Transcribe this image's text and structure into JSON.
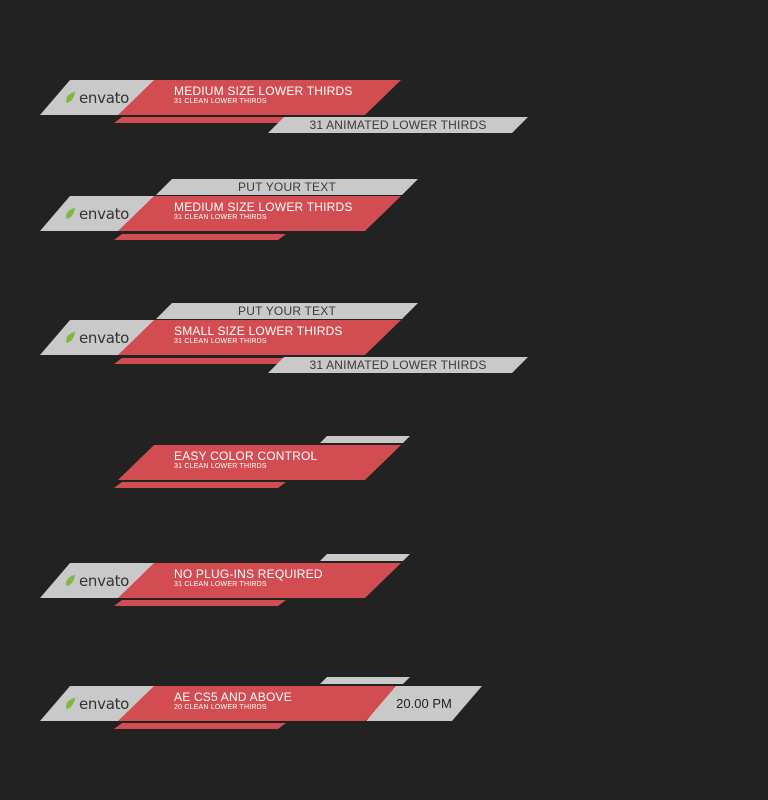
{
  "colors": {
    "background": "#222222",
    "accent_red": "#d24d52",
    "panel_grey": "#c9c9c9",
    "envato_green": "#82b541"
  },
  "logo": {
    "icon": "envato-leaf-icon",
    "text": "envato"
  },
  "lower_thirds": [
    {
      "title": "MEDIUM SIZE LOWER THIRDS",
      "subtitle": "31 CLEAN LOWER THIRDS",
      "bottom_banner": "31 ANIMATED LOWER THIRDS"
    },
    {
      "top_banner": "PUT YOUR TEXT",
      "title": "MEDIUM SIZE LOWER THIRDS",
      "subtitle": "31 CLEAN LOWER THIRDS"
    },
    {
      "top_banner": "PUT YOUR TEXT",
      "title": "SMALL SIZE LOWER THIRDS",
      "subtitle": "31 CLEAN LOWER THIRDS",
      "bottom_banner": "31 ANIMATED LOWER THIRDS"
    },
    {
      "title": "EASY COLOR CONTROL",
      "subtitle": "31 CLEAN LOWER THIRDS"
    },
    {
      "title": "NO PLUG-INS REQUIRED",
      "subtitle": "31 CLEAN LOWER THIRDS"
    },
    {
      "title": "AE CS5 AND ABOVE",
      "subtitle": "20 CLEAN LOWER THIRDS",
      "time": "20.00 PM"
    }
  ]
}
